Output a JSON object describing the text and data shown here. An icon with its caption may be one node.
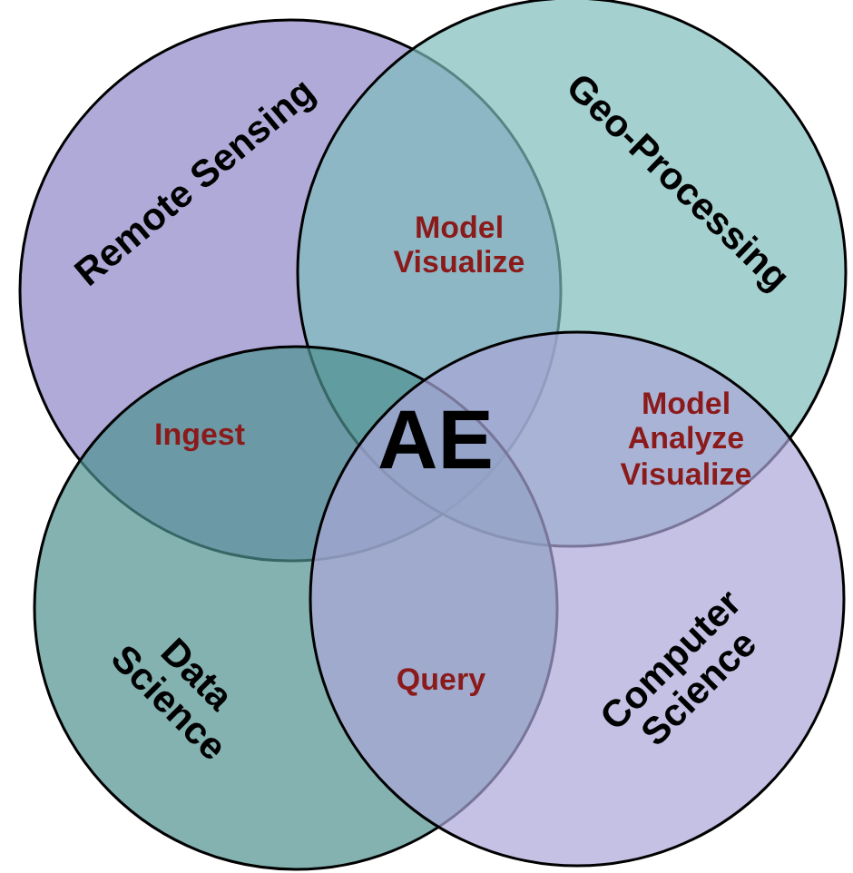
{
  "diagram": {
    "nodes": [
      {
        "text": [
          "Remote Sensing"
        ]
      },
      {
        "text": [
          "Geo-Processing"
        ]
      },
      {
        "text": [
          "Data Science"
        ]
      },
      {
        "text": [
          "Computer Science"
        ]
      }
    ],
    "labels": [
      "Model Visualize",
      "Ingest",
      "AE",
      "Model Analyze Visualize",
      "Query"
    ]
  }
}
